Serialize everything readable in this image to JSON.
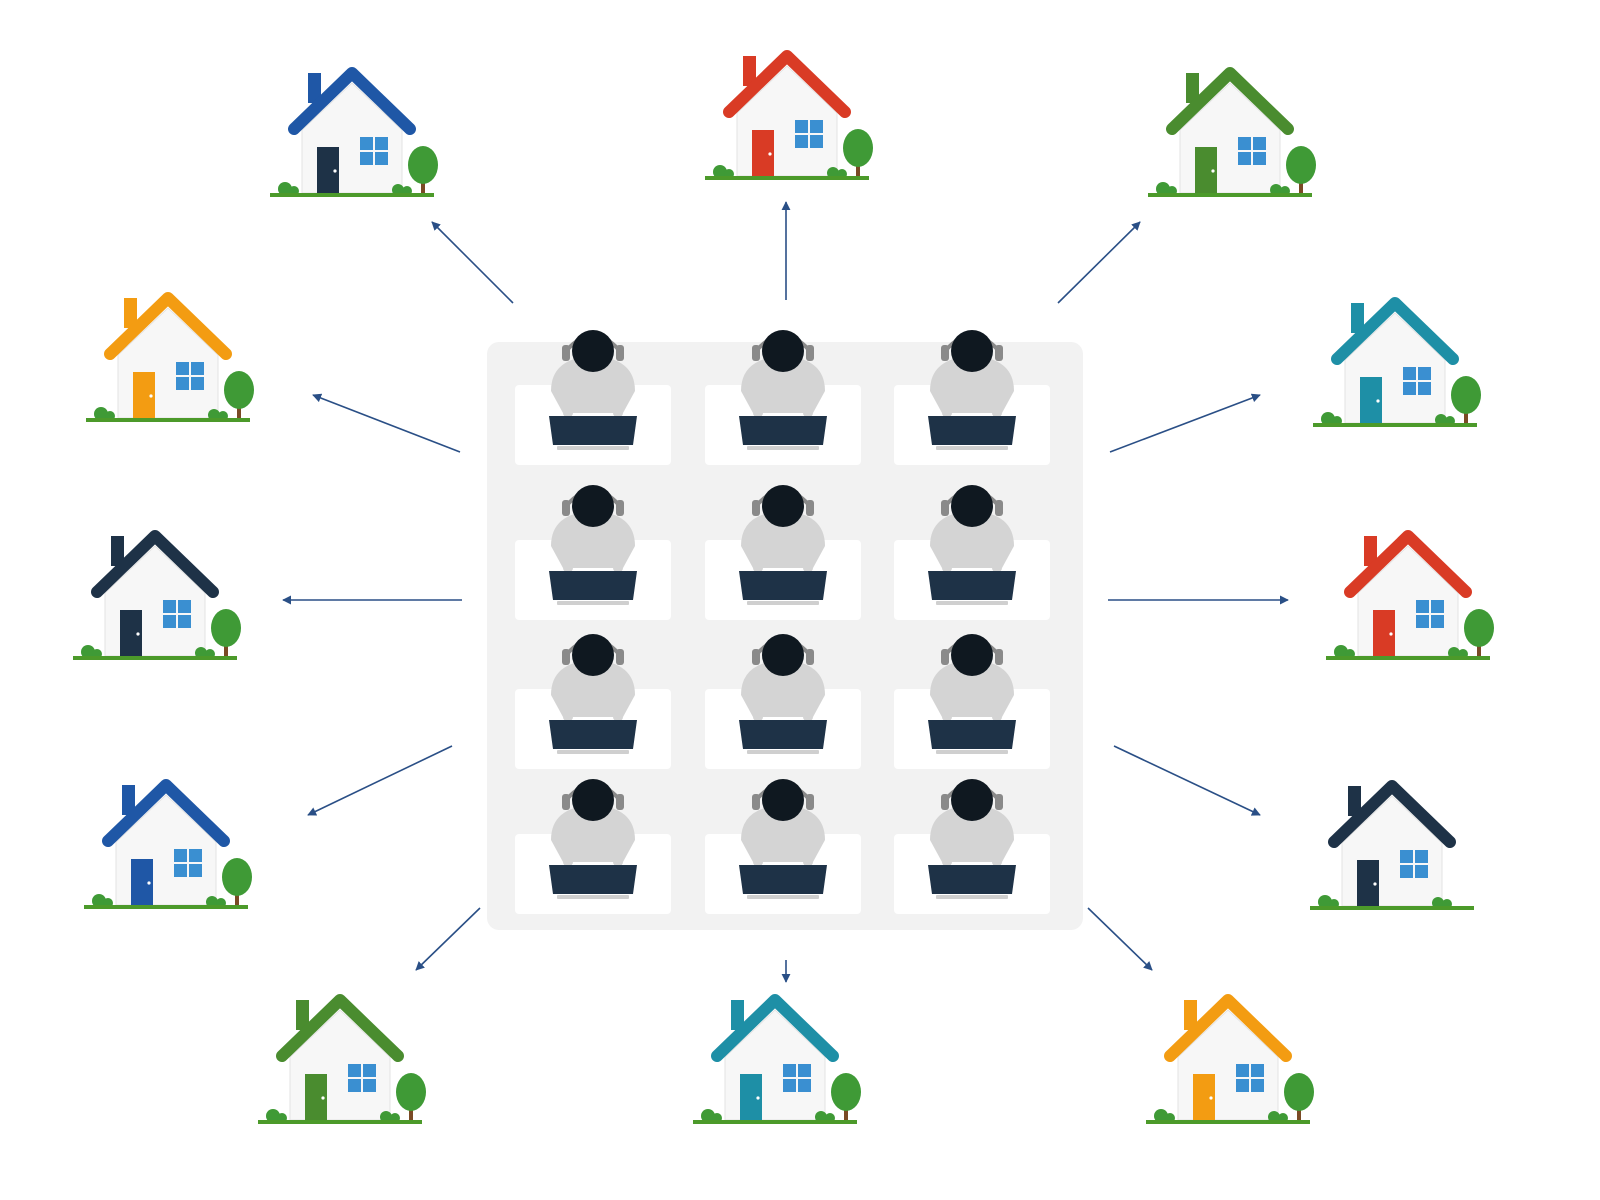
{
  "colors": {
    "background": "#ffffff",
    "panel": "#f2f2f2",
    "desk": "#ffffff",
    "arrow": "#2a4f86",
    "house_wall": "#f7f7f7",
    "window": "#3a8fd1",
    "tree_leaf": "#3f9a36",
    "tree_trunk": "#7a4a25",
    "ground": "#4c9a2a",
    "agent_head": "#0f1820",
    "agent_body": "#d4d4d4",
    "agent_headset": "#8a8a8a",
    "laptop": "#1e3247"
  },
  "hub": {
    "rows": 4,
    "columns": 3,
    "agent_icon": "headset-agent-icon",
    "device_icon": "laptop-icon"
  },
  "houses": [
    {
      "id": "top-left",
      "roof_color": "#1f57a6",
      "door_color": "#1e3247",
      "tree": true
    },
    {
      "id": "top",
      "roof_color": "#d93b25",
      "door_color": "#d93b25",
      "tree": true
    },
    {
      "id": "top-right",
      "roof_color": "#4a8c2f",
      "door_color": "#4a8c2f",
      "tree": true
    },
    {
      "id": "left-upper",
      "roof_color": "#f39c12",
      "door_color": "#f39c12",
      "tree": true
    },
    {
      "id": "right-upper",
      "roof_color": "#1e8fa6",
      "door_color": "#1e8fa6",
      "tree": true
    },
    {
      "id": "left-middle",
      "roof_color": "#1e3247",
      "door_color": "#1e3247",
      "tree": true
    },
    {
      "id": "right-middle",
      "roof_color": "#d93b25",
      "door_color": "#d93b25",
      "tree": true
    },
    {
      "id": "left-lower",
      "roof_color": "#1f57a6",
      "door_color": "#1f57a6",
      "tree": true
    },
    {
      "id": "right-lower",
      "roof_color": "#1e3247",
      "door_color": "#1e3247",
      "tree": false
    },
    {
      "id": "bottom-left",
      "roof_color": "#4a8c2f",
      "door_color": "#4a8c2f",
      "tree": true
    },
    {
      "id": "bottom",
      "roof_color": "#1e8fa6",
      "door_color": "#1e8fa6",
      "tree": true
    },
    {
      "id": "bottom-right",
      "roof_color": "#f39c12",
      "door_color": "#f39c12",
      "tree": true
    }
  ]
}
